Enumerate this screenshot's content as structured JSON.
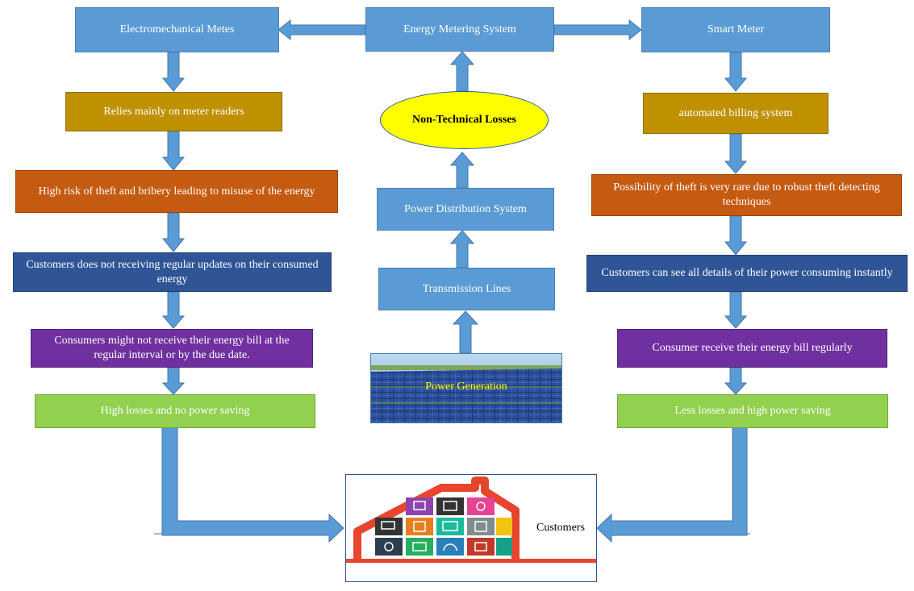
{
  "center": {
    "top": "Energy Metering System",
    "losses": "Non-Technical Losses",
    "distribution": "Power Distribution System",
    "transmission": "Transmission Lines",
    "generation": "Power Generation",
    "customers": "Customers"
  },
  "left": {
    "title": "Electromechanical Metes",
    "steps": [
      "Relies mainly on meter readers",
      "High risk of theft and bribery leading to misuse of the energy",
      "Customers does not receiving regular updates on their consumed energy",
      "Consumers might not receive their energy bill at the regular interval or by the due date.",
      "High losses and  no  power saving"
    ]
  },
  "right": {
    "title": "Smart Meter",
    "steps": [
      "automated billing system",
      "Possibility of theft is very rare due to robust theft detecting techniques",
      "Customers can see all details of their power consuming instantly",
      "Consumer receive their energy bill regularly",
      "Less losses and  high power saving"
    ]
  },
  "colors": {
    "blue": "#5b9bd5",
    "gold": "#bf9000",
    "orange": "#c55a11",
    "navy": "#2f5597",
    "purple": "#7030a0",
    "green": "#92d050",
    "highlight": "#ffff00"
  }
}
